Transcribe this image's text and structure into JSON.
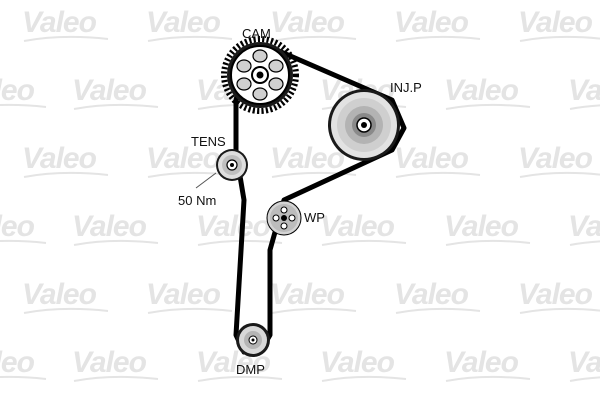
{
  "watermark": {
    "text": "Valeo",
    "color": "#e4e4e4"
  },
  "labels": {
    "cam": "CAM",
    "injp": "INJ.P",
    "tens": "TENS",
    "torque": "50 Nm",
    "wp": "WP",
    "dmp": "DMP"
  },
  "colors": {
    "belt": "#000000",
    "pulley_dark": "#1a1a1a",
    "pulley_light": "#bdbdbd"
  }
}
